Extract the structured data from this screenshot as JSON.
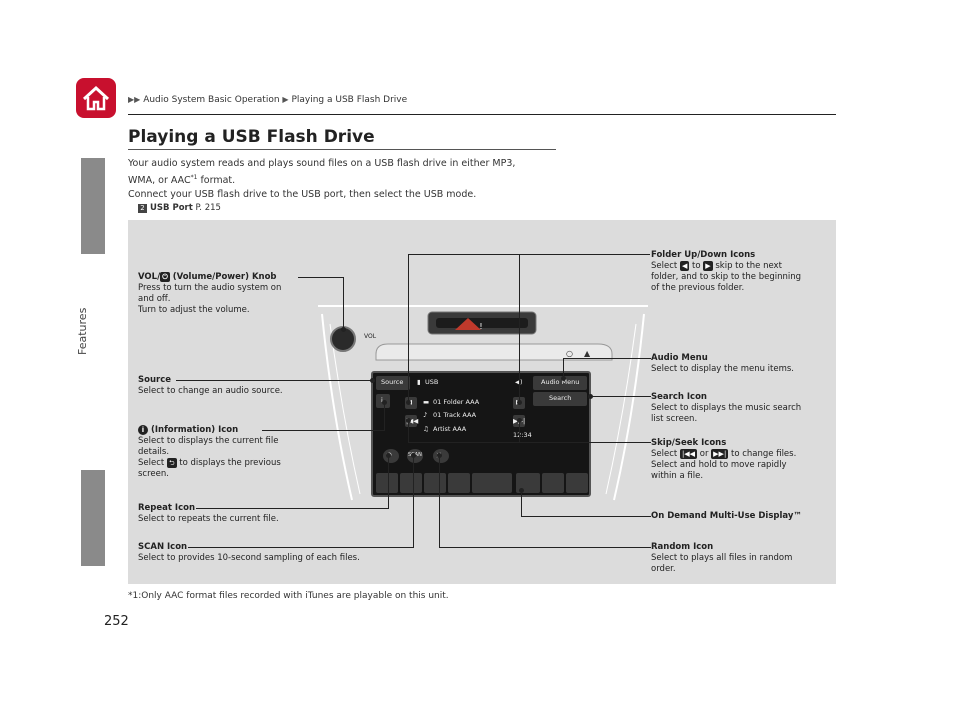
{
  "breadcrumb": {
    "items": [
      "Audio System Basic Operation",
      "Playing a USB Flash Drive"
    ]
  },
  "sidebar": {
    "section": "Features"
  },
  "page": {
    "title": "Playing a USB Flash Drive",
    "intro_line1": "Your audio system reads and plays sound files on a USB flash drive in either MP3,",
    "intro_line2a": "WMA, or AAC",
    "intro_sup": "*1",
    "intro_line2b": " format.",
    "intro_line3": "Connect your USB flash drive to the USB port, then select the USB mode.",
    "xref_label": "USB Port",
    "xref_page": "P. 215",
    "footnote": "*1:Only AAC format files recorded with iTunes are playable on this unit.",
    "number": "252"
  },
  "screen": {
    "source": "Source",
    "usb": "USB",
    "audio_menu": "Audio Menu",
    "search": "Search",
    "folder": "01 Folder AAA",
    "track": "01 Track AAA",
    "artist": "Artist AAA",
    "counter": "12:34",
    "scan": "SCAN"
  },
  "callouts": {
    "vol_title_a": "VOL/",
    "vol_title_b": " (Volume/Power) Knob",
    "vol_desc1": "Press to turn the audio system on",
    "vol_desc2": "and off.",
    "vol_desc3": "Turn to adjust the volume.",
    "source_title": "Source",
    "source_desc": "Select to change an audio source.",
    "info_title": "(Information) Icon",
    "info_desc1": "Select to displays the current file",
    "info_desc2": "details.",
    "info_desc3a": "Select",
    "info_desc3b": "to displays the previous",
    "info_desc4": "screen.",
    "repeat_title": "Repeat Icon",
    "repeat_desc": "Select to repeats the current file.",
    "scan_title": "SCAN Icon",
    "scan_desc": "Select to provides 10-second sampling of each files.",
    "folder_title": "Folder Up/Down Icons",
    "folder_desc1a": "Select",
    "folder_desc1b": "to",
    "folder_desc1c": "skip to the next",
    "folder_desc2": "folder, and to skip to the beginning",
    "folder_desc3": "of the previous folder.",
    "audio_menu_title": "Audio Menu",
    "audio_menu_desc": "Select to display the menu items.",
    "search_title": "Search Icon",
    "search_desc1": "Select to displays the music search",
    "search_desc2": "list screen.",
    "skip_title": "Skip/Seek Icons",
    "skip_desc1a": "Select",
    "skip_desc1b": "or",
    "skip_desc1c": "to change files.",
    "skip_desc2": "Select and hold to move rapidly",
    "skip_desc3": "within a file.",
    "ondemand_title": "On Demand Multi-Use Display™",
    "random_title": "Random Icon",
    "random_desc1": "Select to plays all files in random",
    "random_desc2": "order."
  },
  "colors": {
    "home_icon": "#c8102e",
    "panel_bg": "#dcdcdc",
    "side_tab": "#8a8a8a"
  }
}
